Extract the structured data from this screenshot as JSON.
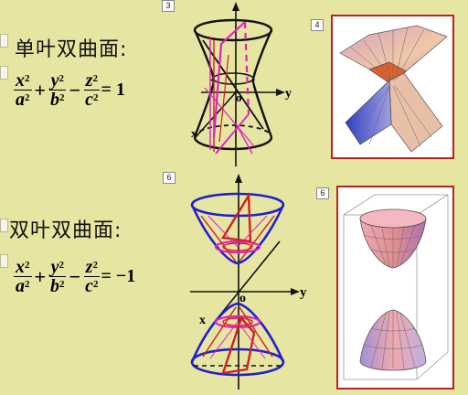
{
  "slide": {
    "section1": {
      "title": "单叶双曲面:",
      "equation": {
        "terms": [
          {
            "num": "x",
            "den": "a"
          },
          {
            "num": "y",
            "den": "b"
          },
          {
            "num": "z",
            "den": "c"
          }
        ],
        "exp": "2",
        "op_plus": "+",
        "op_minus": "−",
        "rhs": "= 1"
      },
      "figure_badge": "3",
      "photo_badge": "4",
      "axis_labels": {
        "y": "y",
        "origin": "o",
        "x": "x"
      }
    },
    "section2": {
      "title": "双叶双曲面:",
      "equation": {
        "terms": [
          {
            "num": "x",
            "den": "a"
          },
          {
            "num": "y",
            "den": "b"
          },
          {
            "num": "z",
            "den": "c"
          }
        ],
        "exp": "2",
        "op_plus": "+",
        "op_minus": "−",
        "rhs": "= −1"
      },
      "figure_badge": "6",
      "photo_badge": "6",
      "axis_labels": {
        "y": "y",
        "origin": "o",
        "x": "x"
      }
    }
  },
  "colors": {
    "background": "#e6e5a2",
    "surface_outline": "#111111",
    "trace_magenta": "#e020c0",
    "trace_red": "#d02020",
    "cone_blue": "#2020d0",
    "panel_border": "#c02020"
  }
}
